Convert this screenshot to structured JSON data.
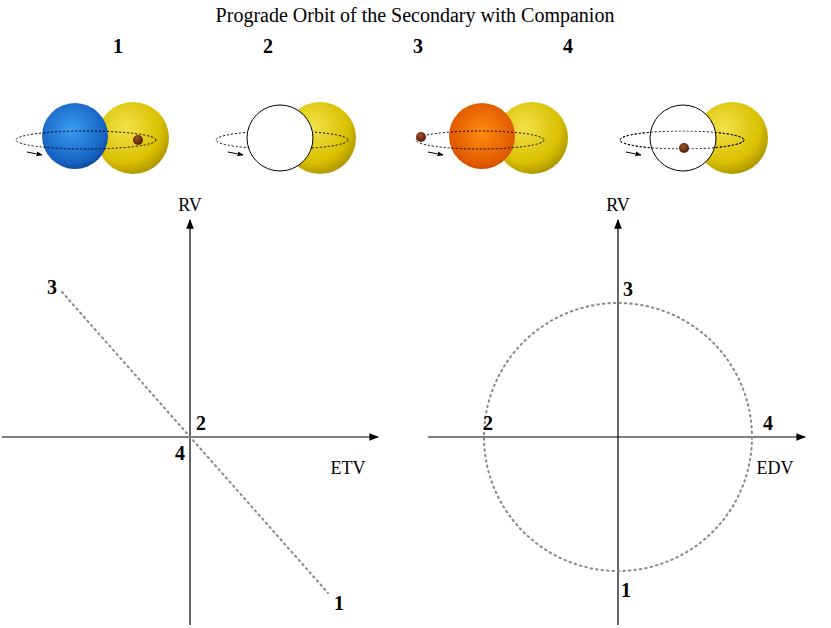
{
  "diagram": {
    "title": "Prograde Orbit of the Secondary with Companion",
    "labels": [
      "1",
      "2",
      "3",
      "4",
      "RV",
      "ETV",
      "3",
      "2",
      "4",
      "1",
      "RV",
      "EDV",
      "3",
      "2",
      "4",
      "1"
    ]
  }
}
